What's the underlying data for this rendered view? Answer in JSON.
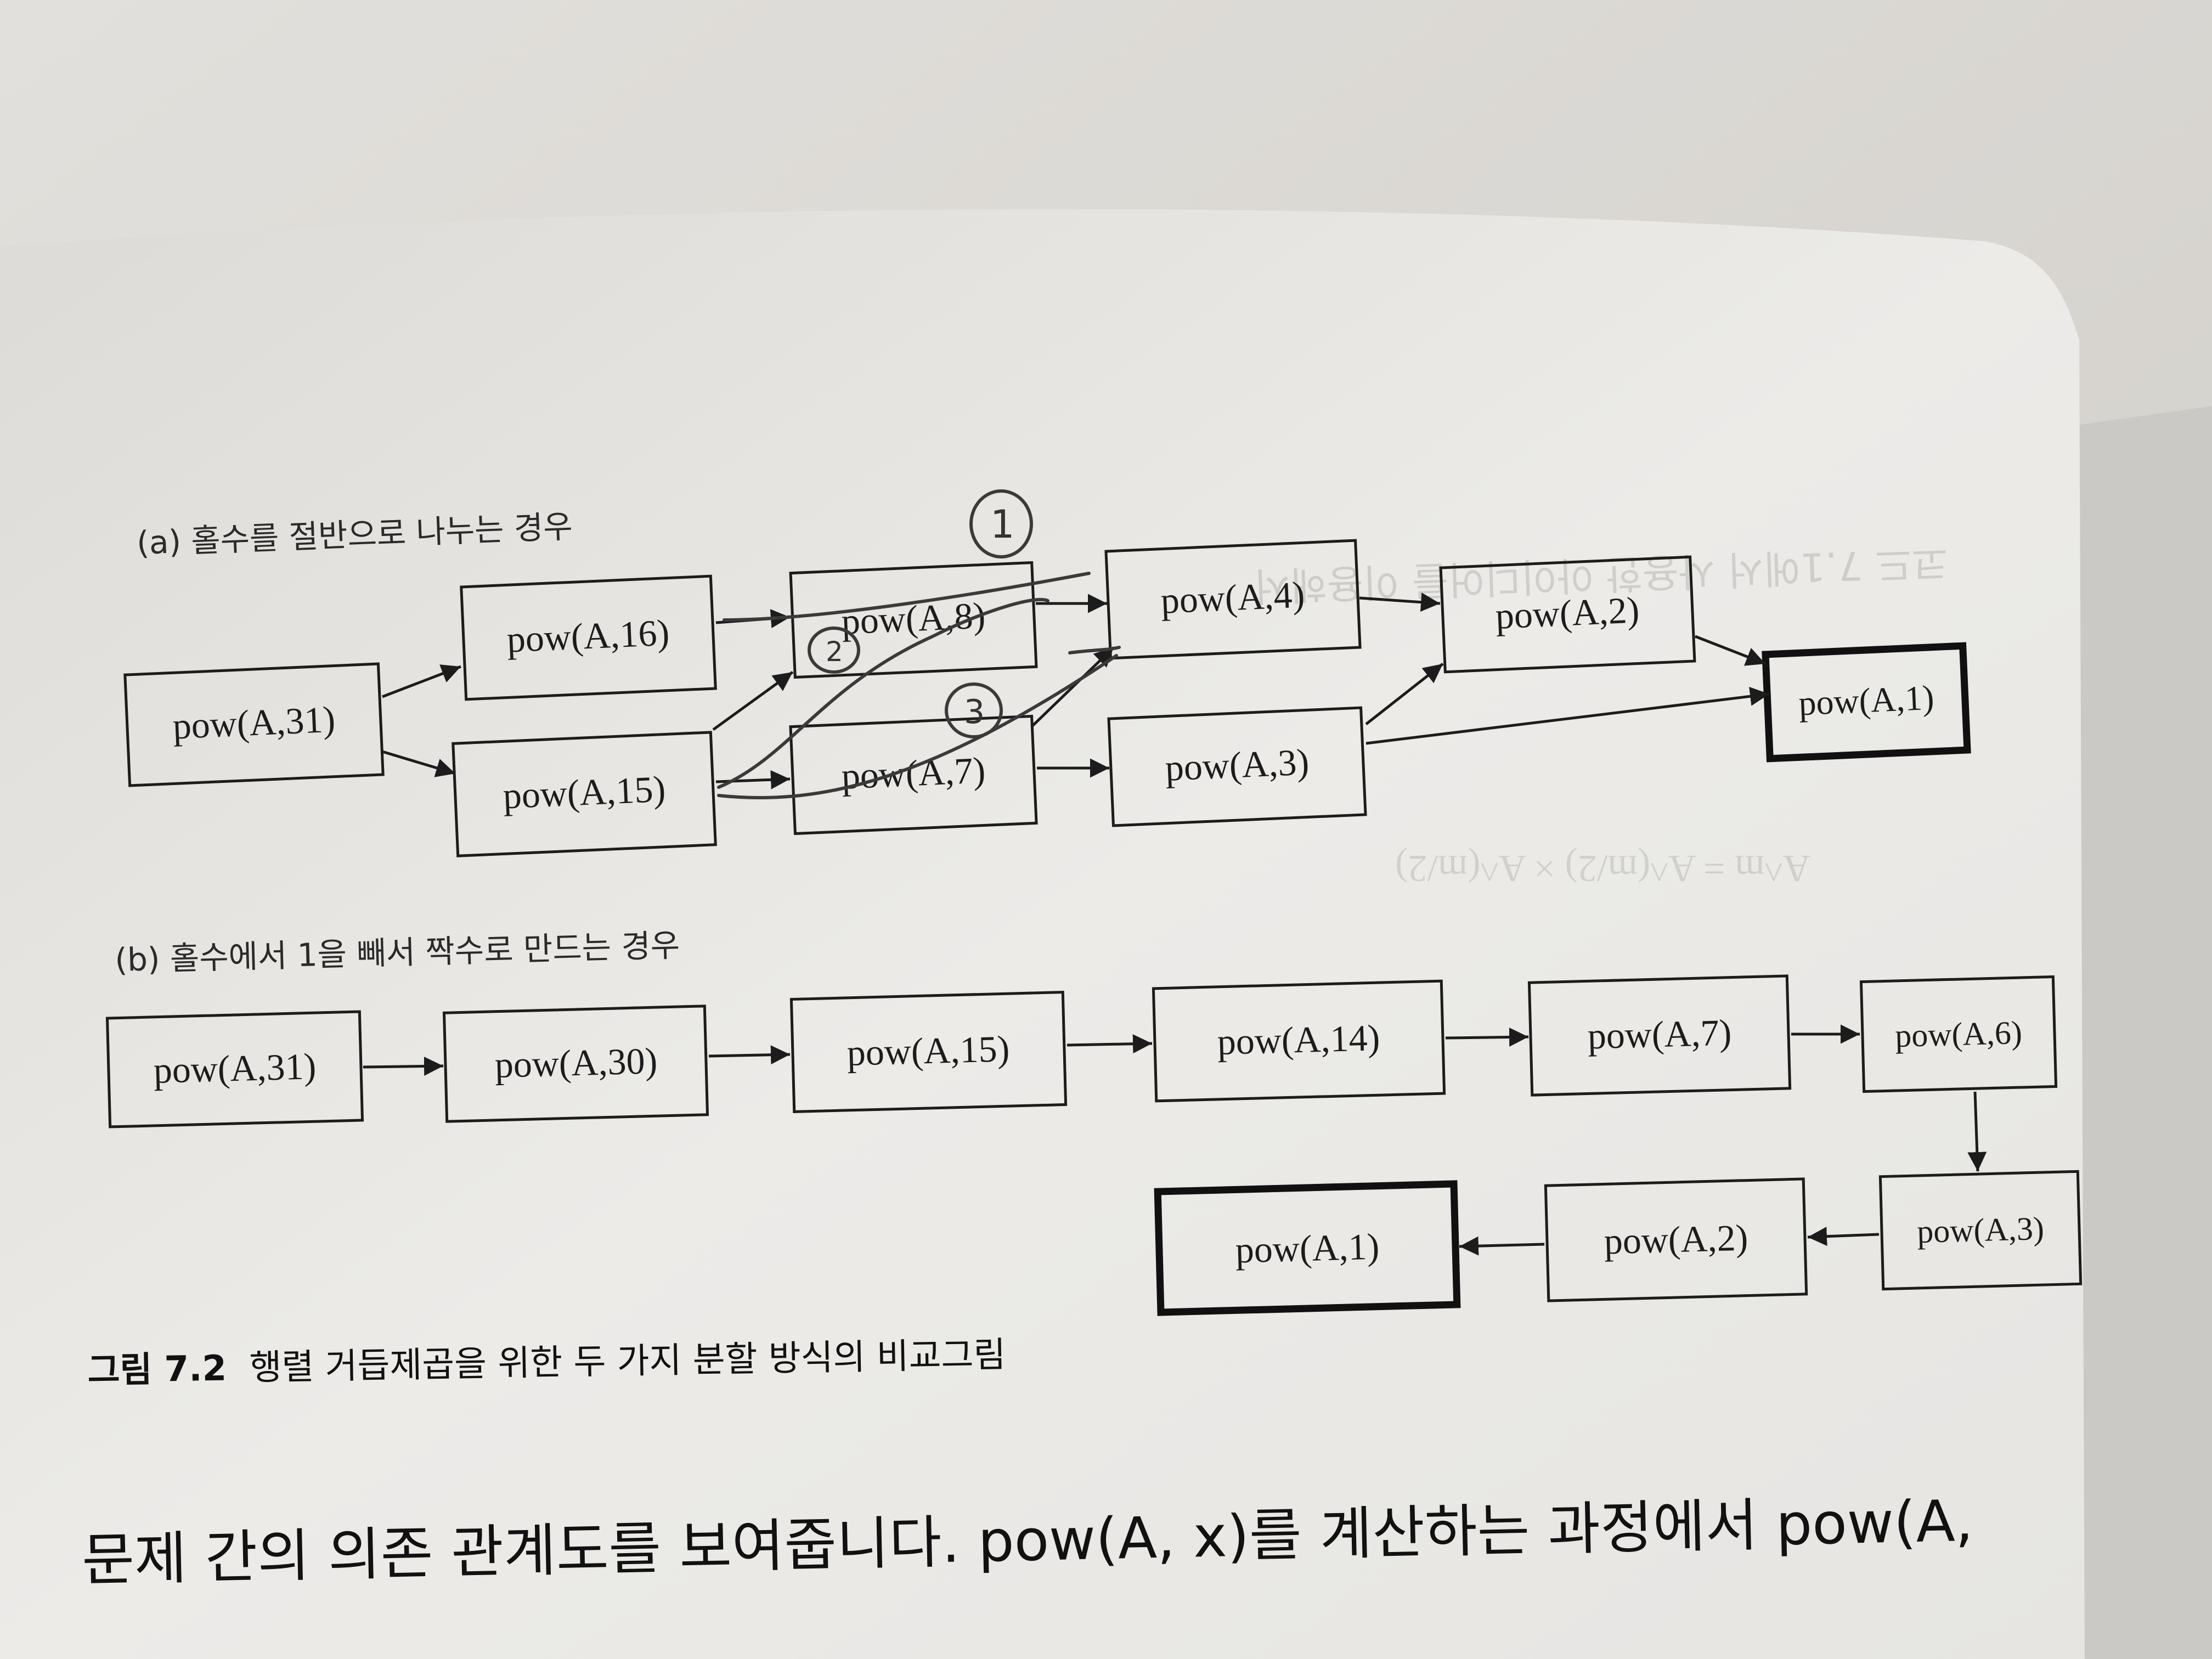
{
  "diagram_a": {
    "caption": "(a) 홀수를 절반으로 나누는 경우",
    "boxes": {
      "a31": "pow(A,31)",
      "a16": "pow(A,16)",
      "a15": "pow(A,15)",
      "a8": "pow(A,8)",
      "a7": "pow(A,7)",
      "a4": "pow(A,4)",
      "a3": "pow(A,3)",
      "a2": "pow(A,2)",
      "a1": "pow(A,1)"
    },
    "annotations": {
      "n1": "1",
      "n2": "2",
      "n3": "3"
    }
  },
  "diagram_b": {
    "caption": "(b) 홀수에서 1을 빼서 짝수로 만드는 경우",
    "boxes": {
      "b31": "pow(A,31)",
      "b30": "pow(A,30)",
      "b15": "pow(A,15)",
      "b14": "pow(A,14)",
      "b7": "pow(A,7)",
      "b6": "pow(A,6)",
      "b3": "pow(A,3)",
      "b2": "pow(A,2)",
      "b1": "pow(A,1)"
    }
  },
  "figure_caption": {
    "label": "그림 7.2",
    "text": "행렬 거듭제곱을 위한 두 가지 분할 방식의 비교그림"
  },
  "body_text": {
    "line1": "문제 간의 의존 관계도를 보여줍니다. pow(A, x)를 계산하는 과정에서 pow(A,"
  },
  "bleed_through": {
    "line1": "코드 7.1에서 사용한 아이디어를 이용해서",
    "line2": "A^m = A^(m/2) × A^(m/2)"
  },
  "colors": {
    "paper": "#ecebe8",
    "ink": "#1c1c1c",
    "pen": "#3a3a3a",
    "background": "#d9d6d1"
  }
}
